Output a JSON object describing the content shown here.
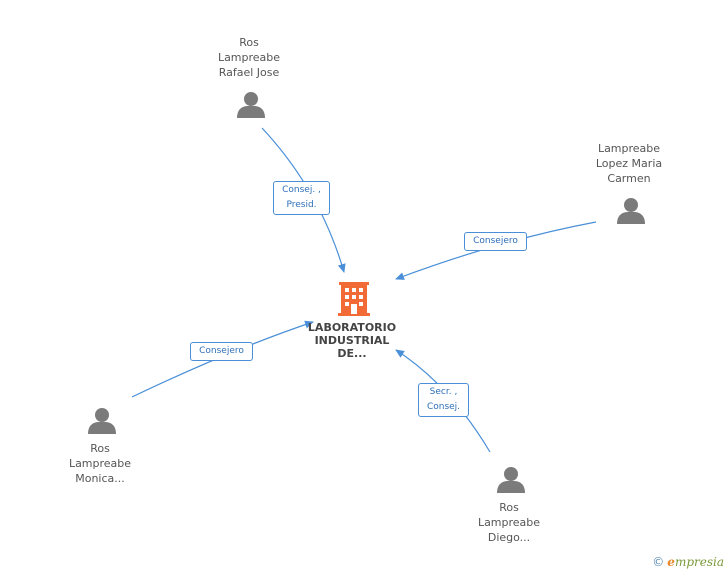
{
  "company": {
    "name_lines": [
      "LABORATORIO",
      "INDUSTRIAL",
      "DE..."
    ],
    "icon": "building-icon",
    "icon_color": "#f26a35"
  },
  "people": [
    {
      "id": "rafael",
      "name_lines": [
        "Ros",
        "Lampreabe",
        "Rafael Jose"
      ],
      "icon": "person-icon"
    },
    {
      "id": "maria",
      "name_lines": [
        "Lampreabe",
        "Lopez Maria",
        "Carmen"
      ],
      "icon": "person-icon"
    },
    {
      "id": "monica",
      "name_lines": [
        "Ros",
        "Lampreabe",
        "Monica..."
      ],
      "icon": "person-icon"
    },
    {
      "id": "diego",
      "name_lines": [
        "Ros",
        "Lampreabe",
        "Diego..."
      ],
      "icon": "person-icon"
    }
  ],
  "relations": [
    {
      "from": "rafael",
      "label_lines": [
        "Consej. ,",
        "Presid."
      ]
    },
    {
      "from": "maria",
      "label_lines": [
        "Consejero"
      ]
    },
    {
      "from": "monica",
      "label_lines": [
        "Consejero"
      ]
    },
    {
      "from": "diego",
      "label_lines": [
        "Secr. ,",
        "Consej."
      ]
    }
  ],
  "colors": {
    "edge": "#4a8fd8",
    "person_icon": "#7b7b7b"
  },
  "brand": {
    "copyright": "©",
    "initial": "e",
    "rest": "mpresia"
  }
}
